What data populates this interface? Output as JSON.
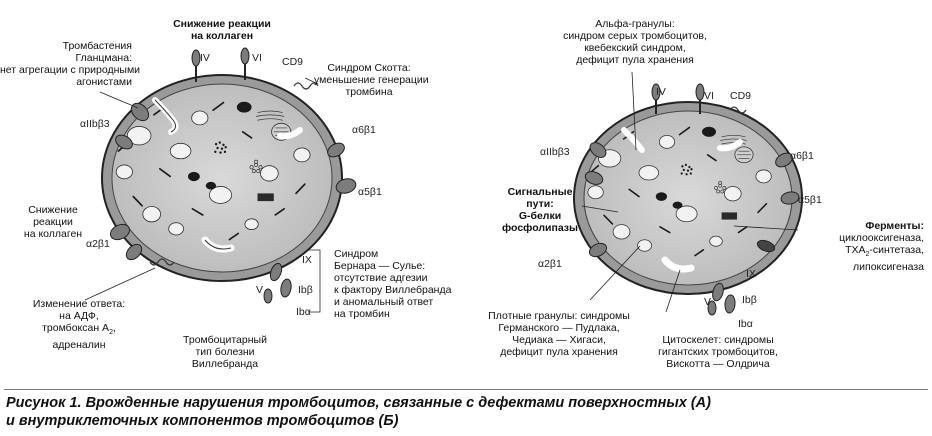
{
  "panel_a": {
    "collagen_top": [
      "Снижение реакции",
      "на коллаген"
    ],
    "glanzmann": [
      "Тромбастения",
      "Гланцмана:",
      "нет агрегации с природными",
      "агонистами"
    ],
    "scott": [
      "Синдром Скотта:",
      "уменьшение генерации",
      "тромбина"
    ],
    "collagen_left": [
      "Снижение",
      "реакции",
      "на коллаген"
    ],
    "adp": [
      "Изменение ответа:",
      "на АДФ,",
      "тромбоксан А",
      "адреналин"
    ],
    "adp_sub": "2",
    "adp_comma": ",",
    "bernard": [
      "Синдром",
      "Бернара — Сулье:",
      "отсутствие адгезии",
      "к фактору Виллебранда",
      "и аномальный ответ",
      "на тромбин"
    ],
    "vwd": [
      "Тромбоцитарный",
      "тип болезни",
      "Виллебранда"
    ],
    "receptors": {
      "iv": "IV",
      "vi": "VI",
      "cd9": "CD9",
      "a2b3": "αIIbβ3",
      "a6b1": "α6β1",
      "a5b1": "α5β1",
      "a2b1": "α2β1",
      "ix": "IX",
      "ib_beta": "Ibβ",
      "v": "V",
      "ib_alpha": "Ibα"
    }
  },
  "panel_b": {
    "alpha": [
      "Альфа-гранулы:",
      "синдром серых тромбоцитов,",
      "квебекский синдром,",
      "дефицит пула хранения"
    ],
    "signal": [
      "Сигнальные",
      "пути:",
      "G-белки",
      "фосфолипазы"
    ],
    "enzymes": [
      "Ферменты:",
      "циклооксигеназа,",
      "ТХА",
      "-синтетаза,",
      "липоксигеназа"
    ],
    "enzymes_sub": "2",
    "dense": [
      "Плотные гранулы: синдромы",
      "Германского — Пудлака,",
      "Чедиака — Хигаси,",
      "дефицит пула хранения"
    ],
    "cyto": [
      "Цитоскелет: синдромы",
      "гигантских тромбоцитов,",
      "Вискотта — Олдрича"
    ],
    "receptors": {
      "iv": "IV",
      "vi": "VI",
      "cd9": "CD9",
      "a2b3": "αIIbβ3",
      "a6b1": "α6β1",
      "a5b1": "α5β1",
      "a2b1": "α2β1",
      "ix": "IX",
      "ib_beta": "Ibβ",
      "v": "V",
      "ib_alpha": "Ibα"
    }
  },
  "caption": [
    "Рисунок 1. Врожденные нарушения тромбоцитов, связанные с дефектами поверхностных (А)",
    "и внутриклеточных компонентов тромбоцитов (Б)"
  ]
}
